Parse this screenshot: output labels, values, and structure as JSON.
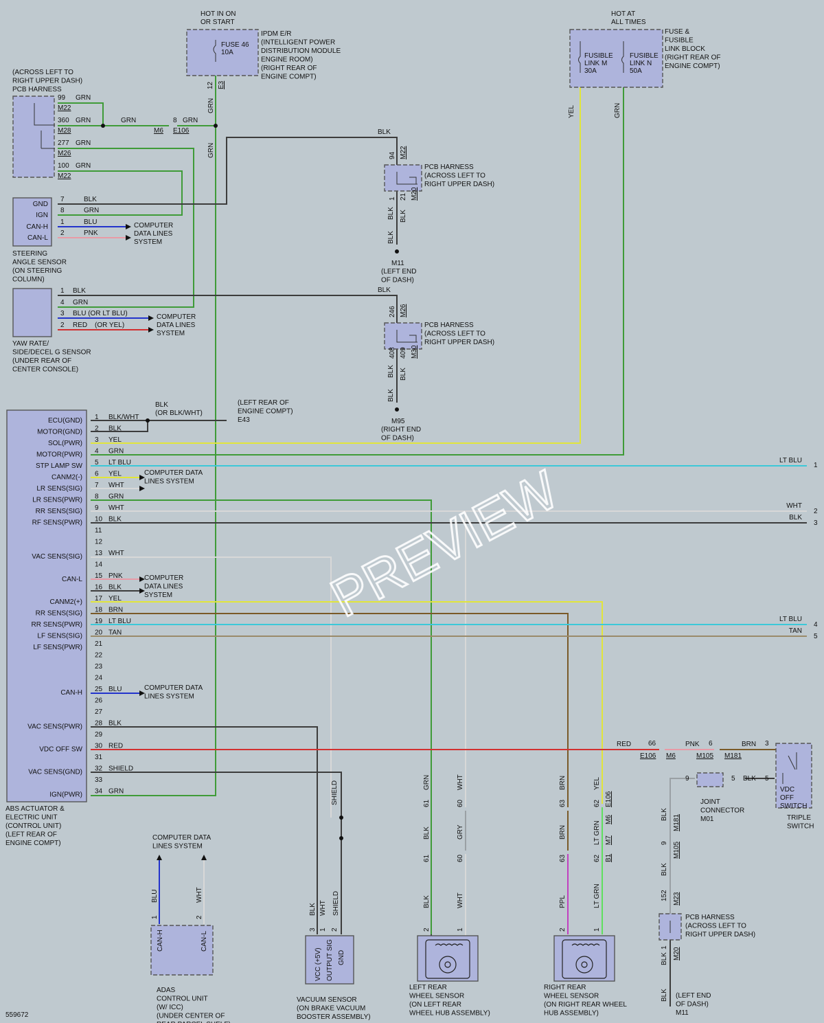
{
  "colors": {
    "GRN": "#3f9b38",
    "BLK": "#3c3c3c",
    "YEL": "#e1e53a",
    "BLU": "#2233cc",
    "PNK": "#e89aa6",
    "RED": "#d23030",
    "LT BLU": "#3cc8d8",
    "WHT": "#d8d8d8",
    "BRN": "#7a5a28",
    "TAN": "#9a8a6a",
    "GRY": "#9aa0a4",
    "PPL": "#c040c0",
    "LT GRN": "#5ee05e",
    "BG": "#bfc9cf",
    "BOX": "#aeb4dc"
  },
  "fig_id": "559672",
  "watermark": "PREVIEW",
  "power": {
    "ipdm_hot": [
      "HOT IN ON",
      "OR START"
    ],
    "ipdm_fuse": [
      "FUSE 46",
      "10A"
    ],
    "ipdm_desc": [
      "IPDM E/R",
      "(INTELLIGENT POWER",
      "DISTRIBUTION MODULE",
      "ENGINE ROOM)",
      "(RIGHT REAR OF",
      "ENGINE COMPT)"
    ],
    "ipdm_pin": "12",
    "ipdm_conn": "E3",
    "fuse_hot": [
      "HOT AT",
      "ALL TIMES"
    ],
    "link_m": [
      "FUSIBLE",
      "LINK M",
      "30A"
    ],
    "link_n": [
      "FUSIBLE",
      "LINK N",
      "50A"
    ],
    "fuse_desc": [
      "FUSE &",
      "FUSIBLE",
      "LINK BLOCK",
      "(RIGHT REAR OF",
      "ENGINE COMPT)"
    ]
  },
  "pcb_top": {
    "desc": [
      "(ACROSS LEFT TO",
      "RIGHT UPPER DASH)",
      "PCB HARNESS"
    ],
    "pins": [
      {
        "pin": "99",
        "wire": "GRN",
        "conn": "M22"
      },
      {
        "pin": "360",
        "wire": "GRN",
        "conn": "M28"
      },
      {
        "pin": "277",
        "wire": "GRN",
        "conn": "M26"
      },
      {
        "pin": "100",
        "wire": "GRN",
        "conn": "M22"
      }
    ],
    "mid_wire": "GRN",
    "m6": "M6",
    "e106": "E106",
    "pin8": "8",
    "pin8_wire": "GRN"
  },
  "steering": {
    "pins": [
      {
        "n": "GND",
        "pin": "7",
        "wire": "BLK"
      },
      {
        "n": "IGN",
        "pin": "8",
        "wire": "GRN"
      },
      {
        "n": "CAN-H",
        "pin": "1",
        "wire": "BLU"
      },
      {
        "n": "CAN-L",
        "pin": "2",
        "wire": "PNK"
      }
    ],
    "cdl": [
      "COMPUTER",
      "DATA LINES",
      "SYSTEM"
    ],
    "desc": [
      "STEERING",
      "ANGLE SENSOR",
      "(ON STEERING",
      "COLUMN)"
    ]
  },
  "yaw": {
    "pins": [
      {
        "pin": "1",
        "wire": "BLK"
      },
      {
        "pin": "4",
        "wire": "GRN"
      },
      {
        "pin": "3",
        "wire": "BLU (OR LT BLU)"
      },
      {
        "pin": "2",
        "wire": "RED",
        "alt": "(OR YEL)"
      }
    ],
    "cdl": [
      "COMPUTER",
      "DATA LINES",
      "SYSTEM"
    ],
    "desc": [
      "YAW RATE/",
      "SIDE/DECEL G SENSOR",
      "(UNDER REAR OF",
      "CENTER CONSOLE)"
    ]
  },
  "pcb_mid1": {
    "pin_top": "94",
    "conn_top": "M22",
    "desc": [
      "PCB HARNESS",
      "(ACROSS LEFT TO",
      "RIGHT UPPER DASH)"
    ],
    "pin1": "1",
    "pin2": "21",
    "conn2": "M20",
    "wire": "BLK",
    "ground": "M11",
    "gdesc": [
      "(LEFT END",
      "OF DASH)"
    ]
  },
  "pcb_mid2": {
    "pin_top": "246",
    "conn_top": "M26",
    "desc": [
      "PCB HARNESS",
      "(ACROSS LEFT TO",
      "RIGHT UPPER DASH)"
    ],
    "pin1": "408",
    "pin2": "409",
    "conn2": "M30",
    "wire": "BLK",
    "ground": "M95",
    "gdesc": [
      "(RIGHT END",
      "OF DASH)"
    ]
  },
  "e43": {
    "wire": "BLK",
    "alt": "(OR BLK/WHT)",
    "desc": [
      "(LEFT REAR OF",
      "ENGINE COMPT)"
    ],
    "conn": "E43"
  },
  "abs": {
    "desc": [
      "ABS ACTUATOR &",
      "ELECTRIC UNIT",
      "(CONTROL UNIT)",
      "(LEFT REAR OF",
      "ENGINE COMPT)"
    ],
    "pins": [
      {
        "n": "ECU(GND)",
        "pin": "1",
        "w": "BLK/WHT"
      },
      {
        "n": "MOTOR(GND)",
        "pin": "2",
        "w": "BLK"
      },
      {
        "n": "SOL(PWR)",
        "pin": "3",
        "w": "YEL"
      },
      {
        "n": "MOTOR(PWR)",
        "pin": "4",
        "w": "GRN"
      },
      {
        "n": "STP LAMP SW",
        "pin": "5",
        "w": "LT BLU"
      },
      {
        "n": "CANM2(-)",
        "pin": "6",
        "w": "YEL"
      },
      {
        "n": "LR SENS(SIG)",
        "pin": "7",
        "w": "WHT"
      },
      {
        "n": "LR SENS(PWR)",
        "pin": "8",
        "w": "GRN"
      },
      {
        "n": "RR SENS(SIG)",
        "pin": "9",
        "w": "WHT"
      },
      {
        "n": "RF SENS(PWR)",
        "pin": "10",
        "w": "BLK"
      },
      {
        "n": "",
        "pin": "11",
        "w": ""
      },
      {
        "n": "",
        "pin": "12",
        "w": ""
      },
      {
        "n": "VAC SENS(SIG)",
        "pin": "13",
        "w": "WHT"
      },
      {
        "n": "",
        "pin": "14",
        "w": ""
      },
      {
        "n": "CAN-L",
        "pin": "15",
        "w": "PNK"
      },
      {
        "n": "",
        "pin": "16",
        "w": "BLK"
      },
      {
        "n": "CANM2(+)",
        "pin": "17",
        "w": "YEL"
      },
      {
        "n": "RR SENS(SIG)",
        "pin": "18",
        "w": "BRN"
      },
      {
        "n": "RR SENS(PWR)",
        "pin": "19",
        "w": "LT BLU"
      },
      {
        "n": "LF SENS(SIG)",
        "pin": "20",
        "w": "TAN"
      },
      {
        "n": "LF SENS(PWR)",
        "pin": "21",
        "w": ""
      },
      {
        "n": "",
        "pin": "22",
        "w": ""
      },
      {
        "n": "",
        "pin": "23",
        "w": ""
      },
      {
        "n": "",
        "pin": "24",
        "w": ""
      },
      {
        "n": "CAN-H",
        "pin": "25",
        "w": "BLU"
      },
      {
        "n": "",
        "pin": "26",
        "w": ""
      },
      {
        "n": "",
        "pin": "27",
        "w": ""
      },
      {
        "n": "VAC SENS(PWR)",
        "pin": "28",
        "w": "BLK"
      },
      {
        "n": "",
        "pin": "29",
        "w": ""
      },
      {
        "n": "VDC OFF SW",
        "pin": "30",
        "w": "RED"
      },
      {
        "n": "",
        "pin": "31",
        "w": ""
      },
      {
        "n": "VAC SENS(GND)",
        "pin": "32",
        "w": "SHIELD"
      },
      {
        "n": "",
        "pin": "33",
        "w": ""
      },
      {
        "n": "IGN(PWR)",
        "pin": "34",
        "w": "GRN"
      }
    ],
    "cdl1": [
      "COMPUTER DATA",
      "LINES SYSTEM"
    ],
    "cdl2": [
      "COMPUTER",
      "DATA LINES",
      "SYSTEM"
    ],
    "cdl3": [
      "COMPUTER DATA",
      "LINES SYSTEM"
    ]
  },
  "right_edge": [
    {
      "w": "LT BLU",
      "n": "1"
    },
    {
      "w": "WHT",
      "n": "2"
    },
    {
      "w": "BLK",
      "n": "3"
    },
    {
      "w": "LT BLU",
      "n": "4"
    },
    {
      "w": "TAN",
      "n": "5"
    }
  ],
  "vdc": {
    "red": "RED",
    "p66": "66",
    "pnk": "PNK",
    "p6": "6",
    "brn": "BRN",
    "p3": "3",
    "e106": "E106",
    "m6": "M6",
    "m105": "M105",
    "m181": "M181",
    "sw": [
      "VDC",
      "OFF",
      "SWITCH"
    ],
    "triple": [
      "TRIPLE",
      "SWITCH"
    ],
    "p5": "5",
    "blk": "BLK",
    "p5b": "5",
    "p9": "9",
    "jc": [
      "JOINT",
      "CONNECTOR",
      "M01"
    ],
    "blk2": "BLK",
    "c181": "M181",
    "p9b": "9",
    "c105": "M105",
    "blk3": "BLK",
    "p152": "152",
    "c23": "M23",
    "pcb": [
      "PCB HARNESS",
      "(ACROSS LEFT TO",
      "RIGHT UPPER DASH)"
    ],
    "blk4": "BLK",
    "p1": "1",
    "c20": "M20",
    "blk5": "BLK",
    "gdesc": [
      "(LEFT END",
      "OF DASH)"
    ],
    "g": "M11"
  },
  "adas": {
    "cdl": [
      "COMPUTER DATA",
      "LINES SYSTEM"
    ],
    "blu": "BLU",
    "wht": "WHT",
    "p1": "1",
    "p2": "2",
    "canh": "CAN-H",
    "canl": "CAN-L",
    "desc": [
      "ADAS",
      "CONTROL UNIT",
      "(W/ ICC)",
      "(UNDER CENTER OF",
      "REAR PARCEL SHELF)"
    ]
  },
  "vac": {
    "shield": "SHIELD",
    "blk": "BLK",
    "wht": "WHT",
    "shield2": "SHIELD",
    "p3": "3",
    "p1": "1",
    "p2": "2",
    "pins": [
      "VCC (+5V)",
      "OUTPUT SIG",
      "GND"
    ],
    "desc": [
      "VACUUM SENSOR",
      "(ON BRAKE VACUUM",
      "BOOSTER ASSEMBLY)"
    ]
  },
  "lr": {
    "grn": "GRN",
    "wht": "WHT",
    "p61": "61",
    "p60": "60",
    "blk": "BLK",
    "gry": "GRY",
    "p61b": "61",
    "p60b": "60",
    "blk2": "BLK",
    "wht2": "WHT",
    "p2": "2",
    "p1": "1",
    "desc": [
      "LEFT REAR",
      "WHEEL SENSOR",
      "(ON LEFT REAR",
      "WHEEL HUB ASSEMBLY)"
    ]
  },
  "rr": {
    "brn": "BRN",
    "yel": "YEL",
    "p63": "63",
    "p62": "62",
    "e106": "E106",
    "m6": "M6",
    "brn2": "BRN",
    "ltgrn": "LT GRN",
    "m7": "M7",
    "p63b": "63",
    "p62b": "62",
    "b1": "B1",
    "ppl": "PPL",
    "ltgrn2": "LT GRN",
    "p2": "2",
    "p1": "1",
    "desc": [
      "RIGHT REAR",
      "WHEEL SENSOR",
      "(ON RIGHT REAR WHEEL",
      "HUB ASSEMBLY)"
    ]
  }
}
